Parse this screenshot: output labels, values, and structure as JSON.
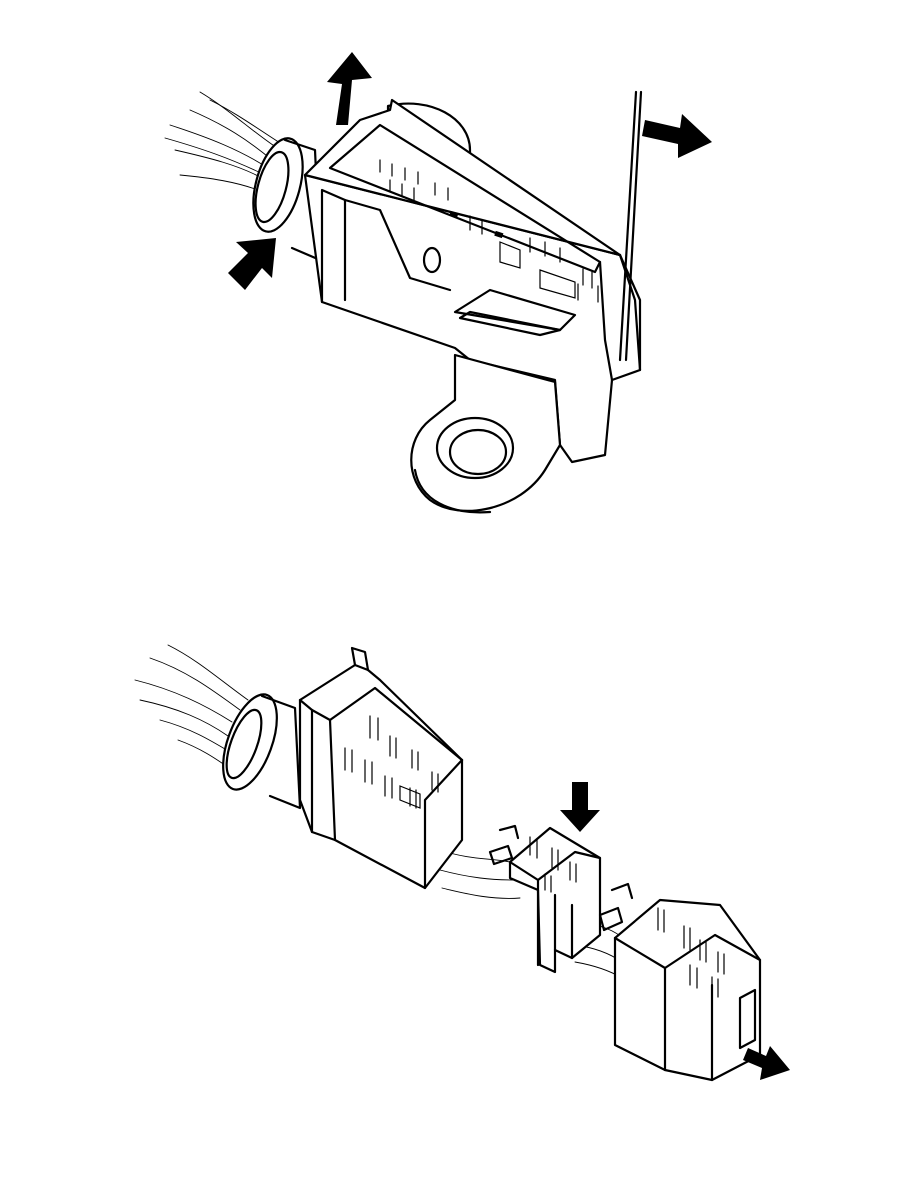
{
  "figure": {
    "colors": {
      "ink": "#000000",
      "paper": "#ffffff"
    },
    "views": [
      {
        "id": "top",
        "subject": "connector-housing-with-mounting-eye",
        "arrows": [
          "up",
          "right",
          "in"
        ]
      },
      {
        "id": "bottom",
        "subject": "connector-housing-separated-into-modules",
        "arrows": [
          "down",
          "out"
        ]
      }
    ]
  }
}
